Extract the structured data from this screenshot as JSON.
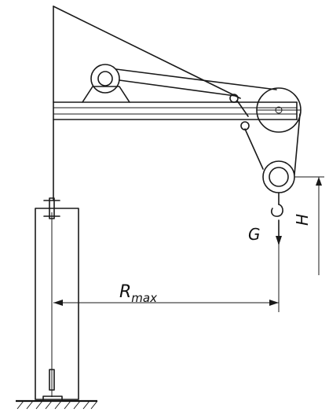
{
  "labels": {
    "rmax_main": "R",
    "rmax_sub": "max",
    "height": "H",
    "load": "G"
  },
  "colors": {
    "ink": "#1a1a1a",
    "background": "#ffffff"
  }
}
